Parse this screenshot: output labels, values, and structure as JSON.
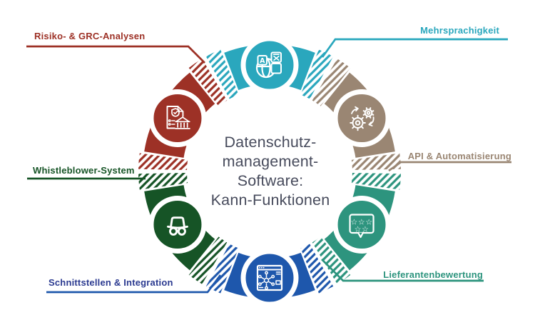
{
  "background": "#ffffff",
  "title": {
    "lines": [
      "Datenschutz-",
      "management-",
      "Software:",
      "Kann-Funktionen"
    ],
    "color": "#474B5C"
  },
  "segments": [
    {
      "id": "mehrsprachigkeit",
      "label": "Mehrsprachigkeit",
      "color": "#2AA7BD",
      "icon": "translation-icon"
    },
    {
      "id": "api-automatisierung",
      "label": "API & Automatisierung",
      "color": "#9A8673",
      "icon": "gears-automation-icon"
    },
    {
      "id": "lieferantenbewertung",
      "label": "Lieferantenbewertung",
      "color": "#2D947E",
      "icon": "review-stars-icon"
    },
    {
      "id": "schnittstellen-integration",
      "label": "Schnittstellen & Integration",
      "color": "#1E57AC",
      "text_color": "#2B3A90",
      "icon": "network-window-icon"
    },
    {
      "id": "whistleblower-system",
      "label": "Whistleblower-System",
      "color": "#165426",
      "icon": "incognito-icon"
    },
    {
      "id": "risiko-grc-analysen",
      "label": "Risiko- & GRC-Analysen",
      "color": "#9D3126",
      "icon": "grc-document-icon"
    }
  ],
  "star_glyphs": {
    "row1": "☆☆☆",
    "row2": "☆☆"
  },
  "translation_letter": "A"
}
